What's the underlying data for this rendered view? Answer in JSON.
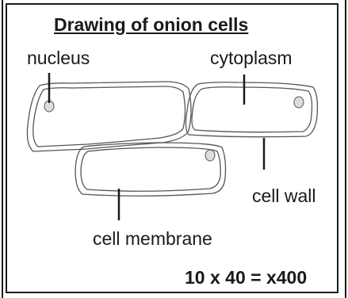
{
  "title": "Drawing of onion cells",
  "labels": {
    "nucleus": "nucleus",
    "cytoplasm": "cytoplasm",
    "cell_wall": "cell wall",
    "cell_membrane": "cell membrane"
  },
  "magnification": "10 x 40 = x400"
}
